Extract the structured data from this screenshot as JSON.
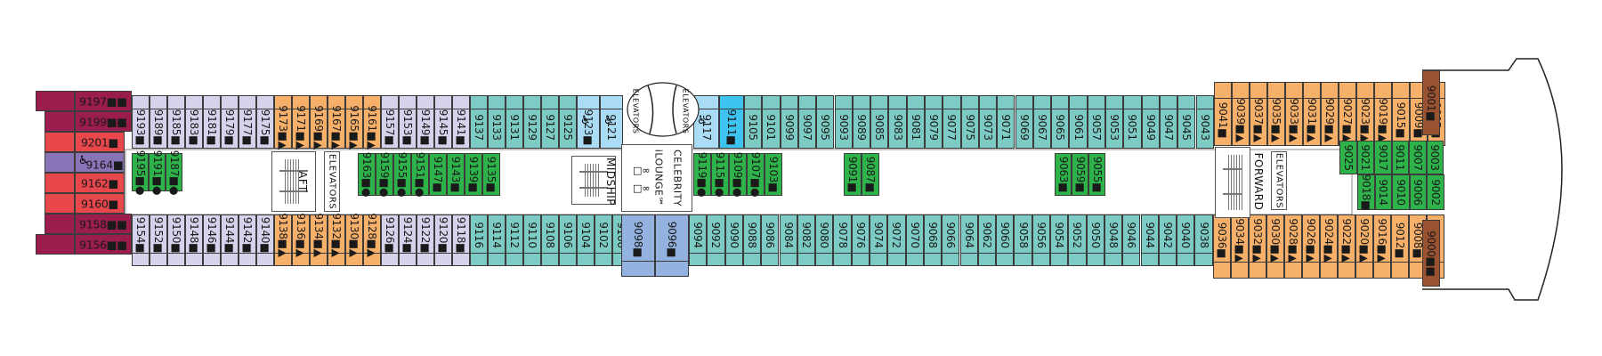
{
  "deck": {
    "title": "Deck 9 Plan",
    "category_colors": {
      "suite_dark": "#9b1d4d",
      "suite_red": "#e8474c",
      "accessible_purple": "#8a74b8",
      "lavender": "#d5d3eb",
      "orange": "#f7b06a",
      "teal": "#7ccbc4",
      "green": "#2db34a",
      "light_blue": "#aadcf5",
      "bright_blue": "#3cc3ef",
      "periwinkle": "#93b2df",
      "brown": "#9a5230"
    },
    "areas": {
      "aft_label": "AFT",
      "aft_elevators": "ELEVATORS",
      "midship_label": "MIDSHIP",
      "midship_elevators_left": "ELEVATORS",
      "midship_elevators_right": "ELEVATORS",
      "lounge_line1": "CELEBRITY",
      "lounge_line2": "iLOUNGE℠",
      "forward_label": "FORWARD",
      "forward_elevators": "ELEVATORS"
    },
    "icon_legend": {
      "square": "■",
      "dot": "●",
      "triangle": "▲",
      "wheelchair": "♿"
    },
    "aft_suites": [
      {
        "id": "9197",
        "suffix": "■■",
        "cat": "suite_dark"
      },
      {
        "id": "9199",
        "suffix": "■■",
        "cat": "suite_dark"
      },
      {
        "id": "9201",
        "suffix": "■",
        "cat": "suite_red"
      },
      {
        "id": "9164",
        "suffix": "■",
        "cat": "accessible_purple",
        "accessible": true
      },
      {
        "id": "9162",
        "suffix": "■",
        "cat": "suite_red"
      },
      {
        "id": "9160",
        "suffix": "■",
        "cat": "suite_red"
      },
      {
        "id": "9158",
        "suffix": "■■",
        "cat": "suite_dark"
      },
      {
        "id": "9156",
        "suffix": "■■",
        "cat": "suite_dark"
      }
    ],
    "top_row": [
      {
        "id": "9193",
        "suffix": "■",
        "cat": "lavender"
      },
      {
        "id": "9189",
        "suffix": "■",
        "cat": "lavender"
      },
      {
        "id": "9185",
        "suffix": "■",
        "cat": "lavender"
      },
      {
        "id": "9183",
        "suffix": "■",
        "cat": "lavender"
      },
      {
        "id": "9181",
        "suffix": "■",
        "cat": "lavender"
      },
      {
        "id": "9179",
        "suffix": "■",
        "cat": "lavender"
      },
      {
        "id": "9177",
        "suffix": "■",
        "cat": "lavender"
      },
      {
        "id": "9175",
        "suffix": "■",
        "cat": "lavender"
      },
      {
        "id": "9173",
        "suffix": "■▲",
        "cat": "orange"
      },
      {
        "id": "9171",
        "suffix": "■▲",
        "cat": "orange"
      },
      {
        "id": "9169",
        "suffix": "■▲",
        "cat": "orange"
      },
      {
        "id": "9167",
        "suffix": "■▲",
        "cat": "orange"
      },
      {
        "id": "9165",
        "suffix": "■▲",
        "cat": "orange"
      },
      {
        "id": "9161",
        "suffix": "■▲",
        "cat": "orange"
      },
      {
        "id": "9157",
        "suffix": "■",
        "cat": "lavender"
      },
      {
        "id": "9153",
        "suffix": "■",
        "cat": "lavender"
      },
      {
        "id": "9149",
        "suffix": "■",
        "cat": "lavender"
      },
      {
        "id": "9145",
        "suffix": "■",
        "cat": "lavender"
      },
      {
        "id": "9141",
        "suffix": "■",
        "cat": "lavender"
      },
      {
        "id": "9137",
        "suffix": "",
        "cat": "teal"
      },
      {
        "id": "9133",
        "suffix": "",
        "cat": "teal"
      },
      {
        "id": "9131",
        "suffix": "",
        "cat": "teal"
      },
      {
        "id": "9129",
        "suffix": "",
        "cat": "teal"
      },
      {
        "id": "9127",
        "suffix": "",
        "cat": "teal"
      },
      {
        "id": "9125",
        "suffix": "",
        "cat": "teal"
      },
      {
        "id": "9123",
        "suffix": "■",
        "cat": "light_blue",
        "accessible": true
      },
      {
        "id": "9121",
        "suffix": "",
        "cat": "light_blue",
        "accessible": true
      }
    ],
    "top_row_fwd": [
      {
        "id": "9117",
        "suffix": "",
        "cat": "light_blue",
        "accessible": true
      },
      {
        "id": "9111",
        "suffix": "■",
        "cat": "bright_blue"
      },
      {
        "id": "9105",
        "suffix": "",
        "cat": "teal"
      },
      {
        "id": "9101",
        "suffix": "",
        "cat": "teal"
      },
      {
        "id": "9099",
        "suffix": "",
        "cat": "teal"
      },
      {
        "id": "9097",
        "suffix": "",
        "cat": "teal"
      },
      {
        "id": "9095",
        "suffix": "",
        "cat": "teal"
      },
      {
        "id": "9093",
        "suffix": "",
        "cat": "teal"
      },
      {
        "id": "9089",
        "suffix": "",
        "cat": "teal"
      },
      {
        "id": "9085",
        "suffix": "",
        "cat": "teal"
      },
      {
        "id": "9083",
        "suffix": "",
        "cat": "teal"
      },
      {
        "id": "9081",
        "suffix": "",
        "cat": "teal"
      },
      {
        "id": "9079",
        "suffix": "",
        "cat": "teal"
      },
      {
        "id": "9077",
        "suffix": "",
        "cat": "teal"
      },
      {
        "id": "9075",
        "suffix": "",
        "cat": "teal"
      },
      {
        "id": "9073",
        "suffix": "",
        "cat": "teal"
      },
      {
        "id": "9071",
        "suffix": "",
        "cat": "teal"
      },
      {
        "id": "9069",
        "suffix": "",
        "cat": "teal"
      },
      {
        "id": "9067",
        "suffix": "",
        "cat": "teal"
      },
      {
        "id": "9065",
        "suffix": "",
        "cat": "teal"
      },
      {
        "id": "9061",
        "suffix": "",
        "cat": "teal"
      },
      {
        "id": "9057",
        "suffix": "",
        "cat": "teal"
      },
      {
        "id": "9053",
        "suffix": "",
        "cat": "teal"
      },
      {
        "id": "9051",
        "suffix": "",
        "cat": "teal"
      },
      {
        "id": "9049",
        "suffix": "",
        "cat": "teal"
      },
      {
        "id": "9047",
        "suffix": "",
        "cat": "teal"
      },
      {
        "id": "9045",
        "suffix": "",
        "cat": "teal"
      },
      {
        "id": "9043",
        "suffix": "",
        "cat": "teal"
      },
      {
        "id": "9041",
        "suffix": "■",
        "cat": "orange"
      },
      {
        "id": "9039",
        "suffix": "■▲",
        "cat": "orange"
      },
      {
        "id": "9037",
        "suffix": "■▲",
        "cat": "orange"
      },
      {
        "id": "9035",
        "suffix": "■▲",
        "cat": "orange"
      },
      {
        "id": "9033",
        "suffix": "■▲",
        "cat": "orange"
      },
      {
        "id": "9031",
        "suffix": "■▲",
        "cat": "orange"
      },
      {
        "id": "9029",
        "suffix": "■▲",
        "cat": "orange"
      },
      {
        "id": "9027",
        "suffix": "■▲",
        "cat": "orange"
      },
      {
        "id": "9023",
        "suffix": "■▲",
        "cat": "orange"
      },
      {
        "id": "9019",
        "suffix": "■▲",
        "cat": "orange"
      },
      {
        "id": "9015",
        "suffix": "■",
        "cat": "orange"
      },
      {
        "id": "9009",
        "suffix": "■",
        "cat": "orange"
      },
      {
        "id": "9005",
        "suffix": "■",
        "cat": "orange"
      }
    ],
    "bottom_row": [
      {
        "id": "9154",
        "suffix": "■",
        "cat": "lavender"
      },
      {
        "id": "9152",
        "suffix": "■",
        "cat": "lavender"
      },
      {
        "id": "9150",
        "suffix": "■",
        "cat": "lavender"
      },
      {
        "id": "9148",
        "suffix": "■",
        "cat": "lavender"
      },
      {
        "id": "9146",
        "suffix": "■",
        "cat": "lavender"
      },
      {
        "id": "9144",
        "suffix": "■",
        "cat": "lavender"
      },
      {
        "id": "9142",
        "suffix": "■",
        "cat": "lavender"
      },
      {
        "id": "9140",
        "suffix": "■",
        "cat": "lavender"
      },
      {
        "id": "9138",
        "suffix": "■▲",
        "cat": "orange"
      },
      {
        "id": "9136",
        "suffix": "■▲",
        "cat": "orange"
      },
      {
        "id": "9134",
        "suffix": "■▲",
        "cat": "orange"
      },
      {
        "id": "9132",
        "suffix": "■▲",
        "cat": "orange"
      },
      {
        "id": "9130",
        "suffix": "■▲",
        "cat": "orange"
      },
      {
        "id": "9128",
        "suffix": "■▲",
        "cat": "orange"
      },
      {
        "id": "9126",
        "suffix": "■",
        "cat": "lavender"
      },
      {
        "id": "9124",
        "suffix": "■",
        "cat": "lavender"
      },
      {
        "id": "9122",
        "suffix": "■",
        "cat": "lavender"
      },
      {
        "id": "9120",
        "suffix": "■",
        "cat": "lavender"
      },
      {
        "id": "9118",
        "suffix": "■",
        "cat": "lavender"
      },
      {
        "id": "9116",
        "suffix": "",
        "cat": "teal"
      },
      {
        "id": "9114",
        "suffix": "",
        "cat": "teal"
      },
      {
        "id": "9112",
        "suffix": "",
        "cat": "teal"
      },
      {
        "id": "9110",
        "suffix": "",
        "cat": "teal"
      },
      {
        "id": "9108",
        "suffix": "",
        "cat": "teal"
      },
      {
        "id": "9106",
        "suffix": "",
        "cat": "teal"
      },
      {
        "id": "9104",
        "suffix": "",
        "cat": "teal"
      },
      {
        "id": "9102",
        "suffix": "",
        "cat": "teal"
      },
      {
        "id": "9100",
        "suffix": "",
        "cat": "teal"
      }
    ],
    "bottom_mid": [
      {
        "id": "9098",
        "suffix": "■",
        "cat": "periwinkle"
      },
      {
        "id": "9096",
        "suffix": "■",
        "cat": "periwinkle"
      }
    ],
    "bottom_row_fwd": [
      {
        "id": "9094",
        "suffix": "",
        "cat": "teal"
      },
      {
        "id": "9092",
        "suffix": "",
        "cat": "teal"
      },
      {
        "id": "9090",
        "suffix": "",
        "cat": "teal"
      },
      {
        "id": "9088",
        "suffix": "",
        "cat": "teal"
      },
      {
        "id": "9086",
        "suffix": "",
        "cat": "teal"
      },
      {
        "id": "9084",
        "suffix": "",
        "cat": "teal"
      },
      {
        "id": "9082",
        "suffix": "",
        "cat": "teal"
      },
      {
        "id": "9080",
        "suffix": "",
        "cat": "teal"
      },
      {
        "id": "9078",
        "suffix": "",
        "cat": "teal"
      },
      {
        "id": "9076",
        "suffix": "",
        "cat": "teal"
      },
      {
        "id": "9074",
        "suffix": "",
        "cat": "teal"
      },
      {
        "id": "9072",
        "suffix": "",
        "cat": "teal"
      },
      {
        "id": "9070",
        "suffix": "",
        "cat": "teal"
      },
      {
        "id": "9068",
        "suffix": "",
        "cat": "teal"
      },
      {
        "id": "9066",
        "suffix": "",
        "cat": "teal"
      },
      {
        "id": "9064",
        "suffix": "",
        "cat": "teal"
      },
      {
        "id": "9062",
        "suffix": "",
        "cat": "teal"
      },
      {
        "id": "9060",
        "suffix": "",
        "cat": "teal"
      },
      {
        "id": "9058",
        "suffix": "",
        "cat": "teal"
      },
      {
        "id": "9056",
        "suffix": "",
        "cat": "teal"
      },
      {
        "id": "9054",
        "suffix": "",
        "cat": "teal"
      },
      {
        "id": "9052",
        "suffix": "",
        "cat": "teal"
      },
      {
        "id": "9050",
        "suffix": "",
        "cat": "teal"
      },
      {
        "id": "9048",
        "suffix": "",
        "cat": "teal"
      },
      {
        "id": "9046",
        "suffix": "",
        "cat": "teal"
      },
      {
        "id": "9044",
        "suffix": "",
        "cat": "teal"
      },
      {
        "id": "9042",
        "suffix": "",
        "cat": "teal"
      },
      {
        "id": "9040",
        "suffix": "",
        "cat": "teal"
      },
      {
        "id": "9038",
        "suffix": "",
        "cat": "teal"
      },
      {
        "id": "9036",
        "suffix": "■",
        "cat": "orange"
      },
      {
        "id": "9034",
        "suffix": "■▲",
        "cat": "orange"
      },
      {
        "id": "9032",
        "suffix": "■▲",
        "cat": "orange"
      },
      {
        "id": "9030",
        "suffix": "■▲",
        "cat": "orange"
      },
      {
        "id": "9028",
        "suffix": "■▲",
        "cat": "orange"
      },
      {
        "id": "9026",
        "suffix": "■▲",
        "cat": "orange"
      },
      {
        "id": "9024",
        "suffix": "■▲",
        "cat": "orange"
      },
      {
        "id": "9022",
        "suffix": "■▲",
        "cat": "orange"
      },
      {
        "id": "9020",
        "suffix": "■▲",
        "cat": "orange"
      },
      {
        "id": "9016",
        "suffix": "■▲",
        "cat": "orange"
      },
      {
        "id": "9012",
        "suffix": "■",
        "cat": "orange"
      },
      {
        "id": "9008",
        "suffix": "■",
        "cat": "orange"
      },
      {
        "id": "9004",
        "suffix": "■",
        "cat": "orange"
      }
    ],
    "inner_green_aft": [
      {
        "id": "9195",
        "suffix": "■●"
      },
      {
        "id": "9191",
        "suffix": "■●"
      },
      {
        "id": "9187",
        "suffix": "■●"
      }
    ],
    "inner_green_mid_aft": [
      {
        "id": "9163",
        "suffix": "■●"
      },
      {
        "id": "9159",
        "suffix": "■●"
      },
      {
        "id": "9155",
        "suffix": "■●"
      },
      {
        "id": "9151",
        "suffix": "■●"
      },
      {
        "id": "9147",
        "suffix": "■"
      },
      {
        "id": "9143",
        "suffix": "■"
      },
      {
        "id": "9139",
        "suffix": "■"
      },
      {
        "id": "9135",
        "suffix": "■"
      }
    ],
    "inner_green_mid_fwd": [
      {
        "id": "9119",
        "suffix": "■●"
      },
      {
        "id": "9115",
        "suffix": "■●"
      },
      {
        "id": "9109",
        "suffix": "■●"
      },
      {
        "id": "9107",
        "suffix": "■●"
      },
      {
        "id": "9103",
        "suffix": "■"
      }
    ],
    "inner_green_9091": [
      {
        "id": "9091",
        "suffix": "■"
      },
      {
        "id": "9087",
        "suffix": "■"
      }
    ],
    "inner_green_9063": [
      {
        "id": "9063",
        "suffix": "■"
      },
      {
        "id": "9059",
        "suffix": "■"
      },
      {
        "id": "9055",
        "suffix": "■"
      }
    ],
    "inner_green_fwd_top": [
      {
        "id": "9025",
        "suffix": ""
      },
      {
        "id": "9021",
        "suffix": ""
      },
      {
        "id": "9017",
        "suffix": ""
      },
      {
        "id": "9011",
        "suffix": ""
      },
      {
        "id": "9007",
        "suffix": ""
      },
      {
        "id": "9003",
        "suffix": ""
      }
    ],
    "inner_green_fwd_bot": [
      {
        "id": "9018",
        "suffix": "■"
      },
      {
        "id": "9014",
        "suffix": ""
      },
      {
        "id": "9010",
        "suffix": ""
      },
      {
        "id": "9006",
        "suffix": ""
      },
      {
        "id": "9002",
        "suffix": ""
      }
    ],
    "bow_suites": [
      {
        "id": "9001",
        "suffix": "■"
      },
      {
        "id": "9000",
        "suffix": "■■"
      }
    ]
  }
}
